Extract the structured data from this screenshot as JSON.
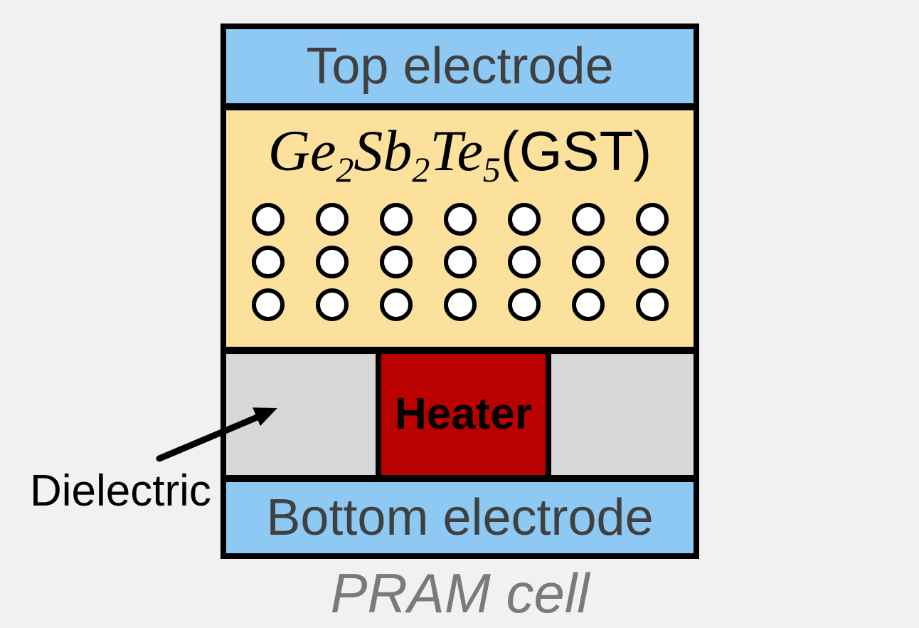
{
  "colors": {
    "background": "#F1F1F1",
    "electrode_blue": "#8DC9F3",
    "gst_yellow": "#FBE19C",
    "heater_red": "#BB0000",
    "dielectric_gray": "#D8D8D8",
    "outline_black": "#000000",
    "electrode_text": "#404040",
    "caption_gray": "#7A7A7A"
  },
  "diagram": {
    "top_electrode": {
      "label": "Top electrode"
    },
    "gst": {
      "formula": {
        "ge": "Ge",
        "ge_sub": "2",
        "sb": "Sb",
        "sb_sub": "2",
        "te": "Te",
        "te_sub": "5",
        "suffix": " (GST)"
      },
      "atom_rows": 3,
      "atom_cols": 7
    },
    "heater": {
      "label": "Heater"
    },
    "dielectric": {
      "label": "Dielectric"
    },
    "bottom_electrode": {
      "label": "Bottom electrode"
    },
    "caption": "PRAM cell"
  }
}
